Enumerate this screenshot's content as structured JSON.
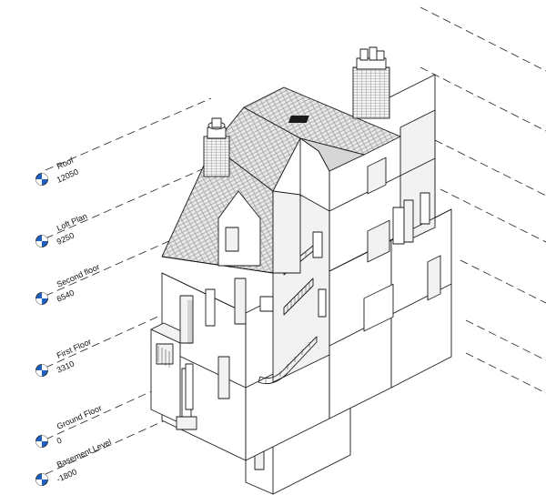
{
  "levels": [
    {
      "name": "Roof",
      "elevation": "12050"
    },
    {
      "name": "Loft Plan",
      "elevation": "9250"
    },
    {
      "name": "Second floor",
      "elevation": "6540"
    },
    {
      "name": "First Floor",
      "elevation": "3310"
    },
    {
      "name": "Ground Floor",
      "elevation": "0"
    },
    {
      "name": "Basement Level",
      "elevation": "-1800"
    }
  ],
  "marker_colors": {
    "fill": "#1f5fbf",
    "outline": "#222222"
  }
}
